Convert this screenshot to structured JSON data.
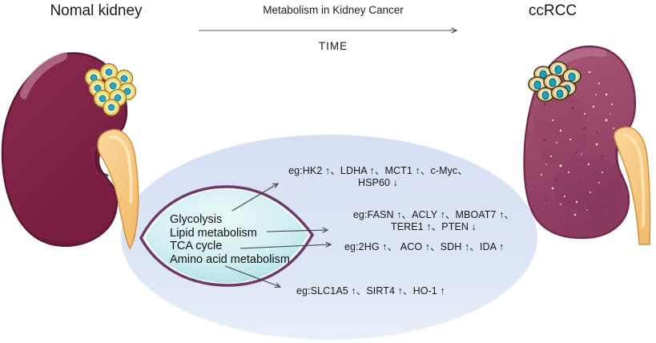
{
  "header": {
    "left_title": "Nomal kidney",
    "center_title": "Metabolism in Kidney Cancer",
    "timeline_label": "TIME",
    "right_title": "ccRCC"
  },
  "diagram": {
    "pathway_shape": {
      "items": [
        "Glycolysis",
        "Lipid metabolism",
        "TCA cycle",
        "Amino acid metabolism"
      ]
    },
    "annotations": [
      {
        "pathway": "Glycolysis",
        "line1": "eg:HK2 ↑、LDHA ↑、MCT1 ↑、c-Myc、",
        "line2": "HSP60 ↓"
      },
      {
        "pathway": "Lipid metabolism",
        "line1": "eg:FASN ↑、ACLY ↑、MBOAT7 ↑、",
        "line2": "TERE1 ↑、PTEN ↓"
      },
      {
        "pathway": "TCA cycle",
        "line1": "eg:2HG ↑、 ACO ↑、SDH ↑、IDA ↑"
      },
      {
        "pathway": "Amino acid metabolism",
        "line1": "eg:SLC1A5 ↑、SIRT4 ↑、HO-1 ↑"
      }
    ],
    "colors": {
      "normal_kidney": "#7d2044",
      "ccrcc_kidney": "#9c4a6a",
      "ureter": "#f6c77e",
      "cell_body": "#f0dc7a",
      "cell_nucleus": "#2aa6bf",
      "oval_background": "#dde6f6",
      "shape_fill": "#d2eff1",
      "shape_border": "#6d3a6d",
      "arrow": "#3f3f3f"
    }
  }
}
